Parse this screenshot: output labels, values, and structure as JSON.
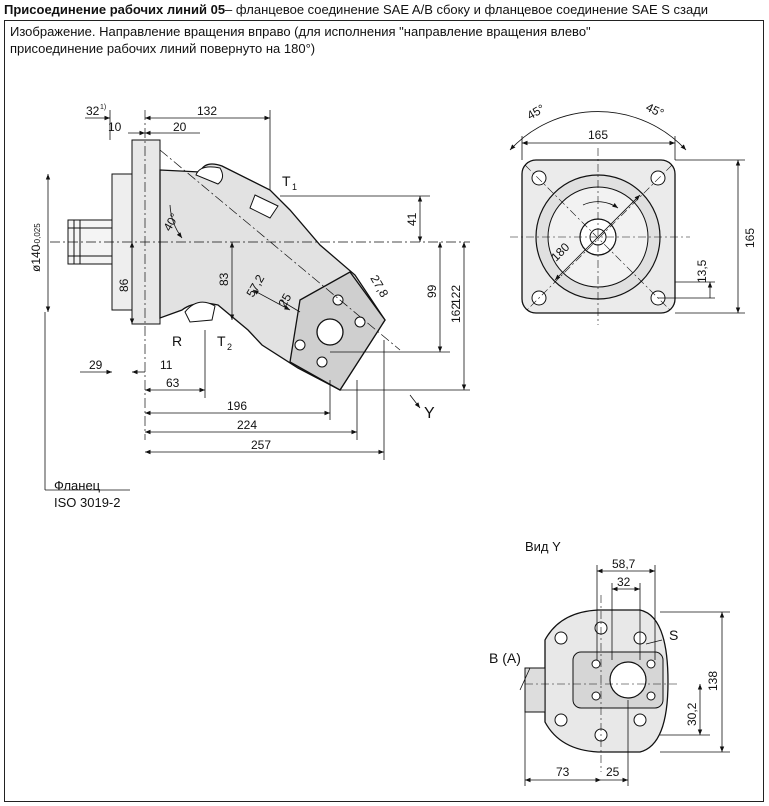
{
  "header": {
    "title_bold": "Присоединение рабочих линий 05",
    "title_rest": "– фланцевое соединение SAE A/B сбоку и фланцевое соединение SAE S сзади"
  },
  "caption": {
    "line1": "Изображение. Направление вращения вправо (для исполнения \"направление вращения влево\"",
    "line2": "присоединение рабочих линий повернуто на 180°)"
  },
  "side_view": {
    "dims": {
      "d32": "32",
      "d32_sup": "1)",
      "d132": "132",
      "d10": "10",
      "d20": "20",
      "d40deg": "40°",
      "d140": "ø140",
      "d140_tol": "-0,025",
      "d86": "86",
      "d83": "83",
      "d572": "57,2",
      "d25": "25",
      "d278": "27,8",
      "d41": "41",
      "d99": "99",
      "d122": "122",
      "d162": "162",
      "d29": "29",
      "d11": "11",
      "d63": "63",
      "d196": "196",
      "d224": "224",
      "d257": "257"
    },
    "labels": {
      "t1": "T",
      "t1_sub": "1",
      "t2": "T",
      "t2_sub": "2",
      "r": "R",
      "y": "Y"
    },
    "flange_line1": "Фланец",
    "flange_line2": "ISO 3019-2"
  },
  "front_view": {
    "dims": {
      "a45_left": "45°",
      "a45_right": "45°",
      "d165_top": "165",
      "d165_right": "165",
      "d180": "180",
      "d135": "13,5"
    }
  },
  "view_y": {
    "title": "Вид Y",
    "dims": {
      "d587": "58,7",
      "d32": "32",
      "d138": "138",
      "d302": "30,2",
      "d73": "73",
      "d25": "25"
    },
    "labels": {
      "b_a": "B (A)",
      "s": "S"
    }
  }
}
